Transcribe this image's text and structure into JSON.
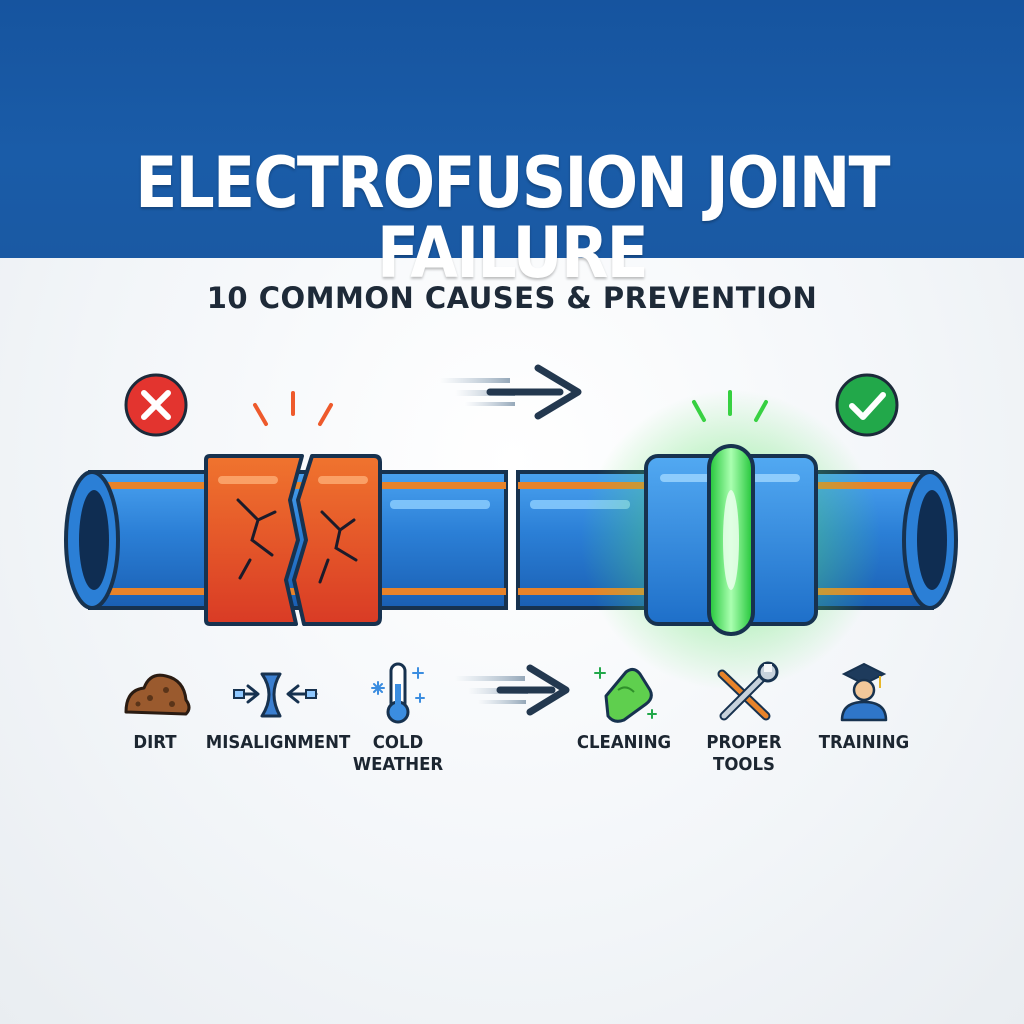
{
  "header": {
    "title": "ELECTROFUSION JOINT FAILURE",
    "subtitle": "10 COMMON CAUSES & PREVENTION"
  },
  "status_icons": {
    "failure": "x-mark-icon",
    "success": "check-mark-icon"
  },
  "causes": [
    {
      "label": "DIRT",
      "icon": "dirt-pile-icon"
    },
    {
      "label": "MISALIGNMENT",
      "icon": "misalignment-arrows-icon"
    },
    {
      "label": "COLD\nWEATHER",
      "icon": "thermometer-snowflake-icon"
    }
  ],
  "preventions": [
    {
      "label": "CLEANING",
      "icon": "cleaning-cloth-icon"
    },
    {
      "label": "PROPER\nTOOLS",
      "icon": "wrench-screwdriver-icon"
    },
    {
      "label": "TRAINING",
      "icon": "graduate-icon"
    }
  ],
  "colors": {
    "banner": "#1a5ca8",
    "pipe": "#2b7fd6",
    "pipe_stripe": "#e8832a",
    "failed_coupler": "#e5512c",
    "good_coupler": "#2f86e0",
    "fusion_glow": "#3ee04a",
    "fail_red": "#e3342f",
    "ok_green": "#22a84a"
  }
}
